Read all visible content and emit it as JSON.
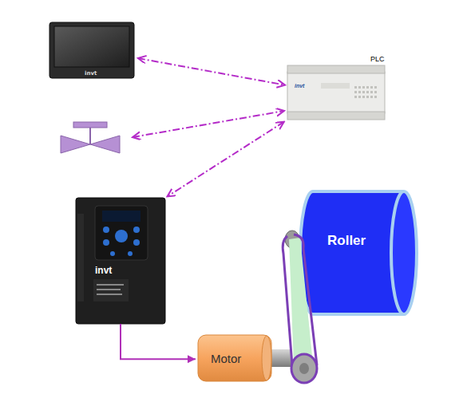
{
  "diagram": {
    "nodes": [
      {
        "text": [
          "invt"
        ]
      },
      {
        "text": [
          "PLC",
          "invt"
        ]
      },
      {
        "text": [
          "invt"
        ]
      },
      {
        "text": [
          "Roller"
        ]
      },
      {
        "text": [
          "Motor"
        ]
      }
    ],
    "edges": [
      {
        "from": 0,
        "to": 1,
        "arrow": "both"
      },
      {
        "from": 1,
        "to": 2,
        "arrow": "both"
      },
      {
        "from": 2,
        "to": 4,
        "arrow": "to"
      }
    ]
  }
}
